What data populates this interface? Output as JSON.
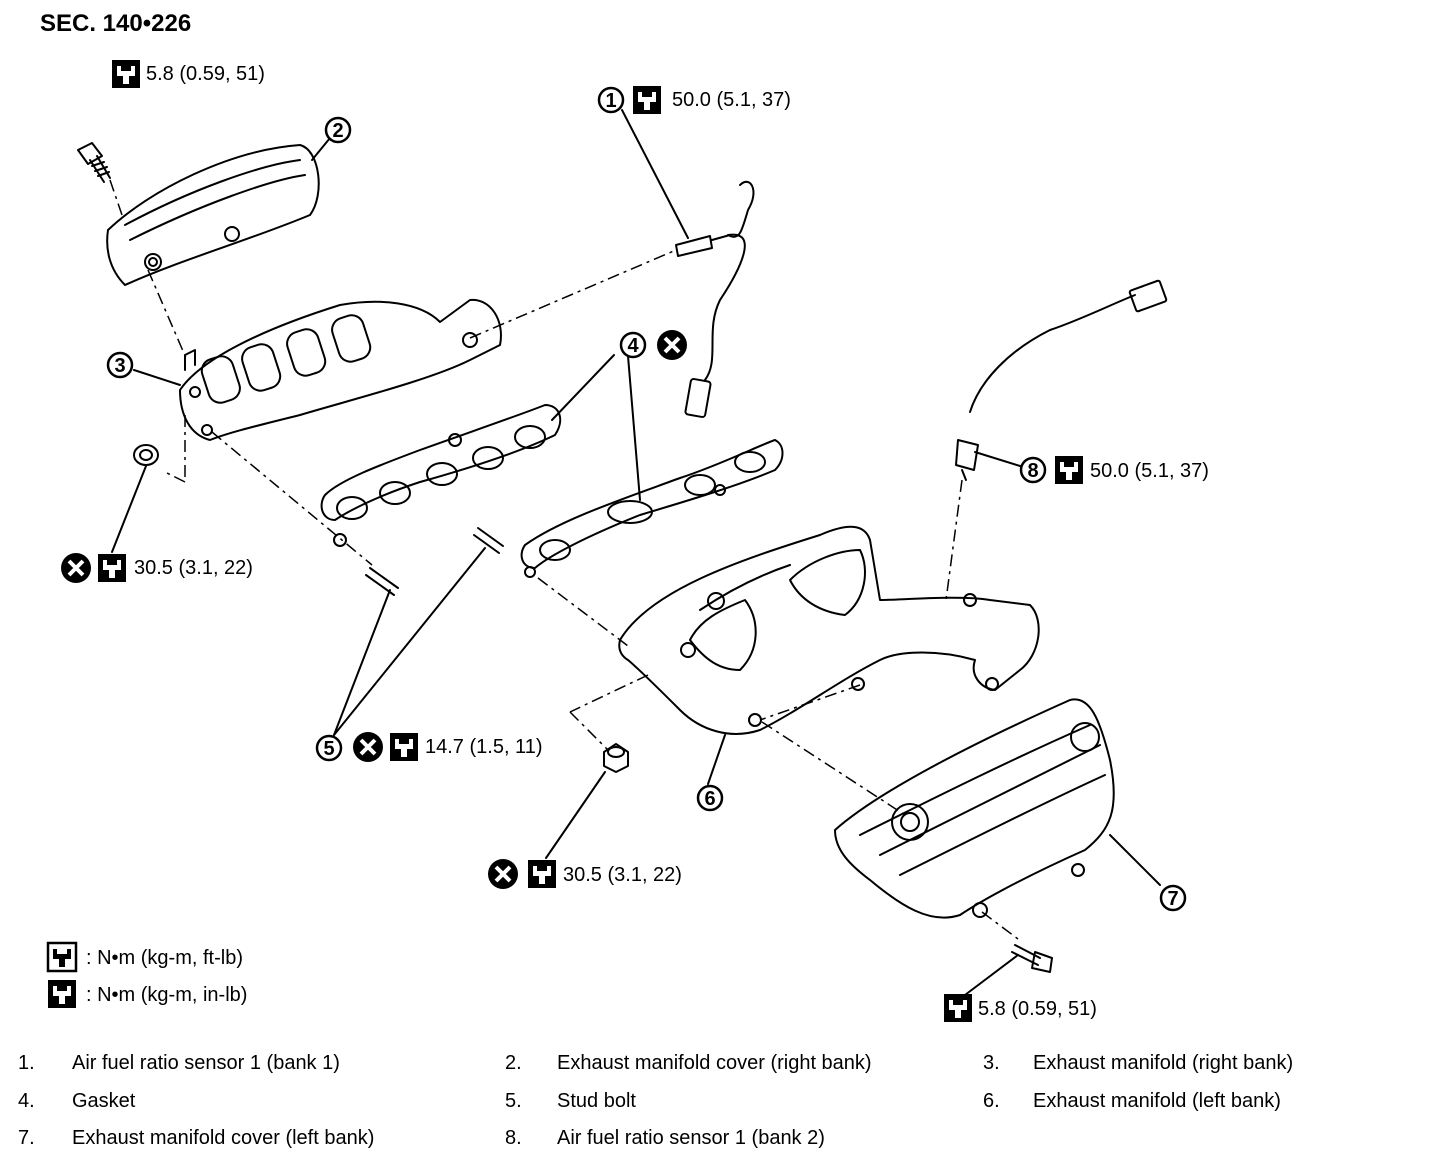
{
  "section": "SEC. 140•226",
  "callouts": {
    "c1": "1",
    "c2": "2",
    "c3": "3",
    "c4": "4",
    "c5": "5",
    "c6": "6",
    "c7": "7",
    "c8": "8"
  },
  "torque": {
    "cover_right_bolt": "5.8 (0.59, 51)",
    "sensor_bank1": "50.0 (5.1, 37)",
    "sensor_bank2": "50.0 (5.1, 37)",
    "nut_right": "30.5 (3.1, 22)",
    "stud": "14.7 (1.5, 11)",
    "nut_left": "30.5 (3.1, 22)",
    "cover_left_bolt": "5.8 (0.59, 51)"
  },
  "units": {
    "ft_lb": ": N•m (kg-m, ft-lb)",
    "in_lb": ": N•m (kg-m, in-lb)"
  },
  "parts": [
    {
      "num": "1.",
      "label": "Air fuel ratio sensor 1 (bank 1)"
    },
    {
      "num": "2.",
      "label": "Exhaust manifold cover (right bank)"
    },
    {
      "num": "3.",
      "label": "Exhaust manifold (right bank)"
    },
    {
      "num": "4.",
      "label": "Gasket"
    },
    {
      "num": "5.",
      "label": "Stud bolt"
    },
    {
      "num": "6.",
      "label": "Exhaust manifold (left bank)"
    },
    {
      "num": "7.",
      "label": "Exhaust manifold cover (left bank)"
    },
    {
      "num": "8.",
      "label": "Air fuel ratio sensor 1 (bank 2)"
    }
  ]
}
